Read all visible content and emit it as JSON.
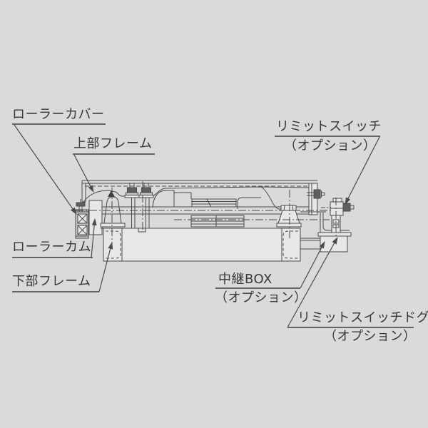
{
  "diagram": {
    "type": "technical-line-drawing",
    "subject": "roller-cam-unit-side-view",
    "labels": {
      "roller_cover": "ローラーカバー",
      "upper_frame": "上部フレーム",
      "limit_switch": "リミットスイッチ",
      "limit_switch_option": "（オプション）",
      "roller_cam": "ローラーカム",
      "lower_frame": "下部フレーム",
      "relay_box": "中継BOX",
      "relay_box_option": "（オプション）",
      "limit_switch_dog": "リミットスイッチドグ",
      "limit_switch_dog_option": "（オプション）"
    },
    "colors": {
      "background": "#d9dbda",
      "line": "#4a4a4a",
      "text": "#383838",
      "dark_fill": "#5f5f5f",
      "panel_fill": "#e6e8e7",
      "bearing_fill": "#c8cac9"
    }
  }
}
